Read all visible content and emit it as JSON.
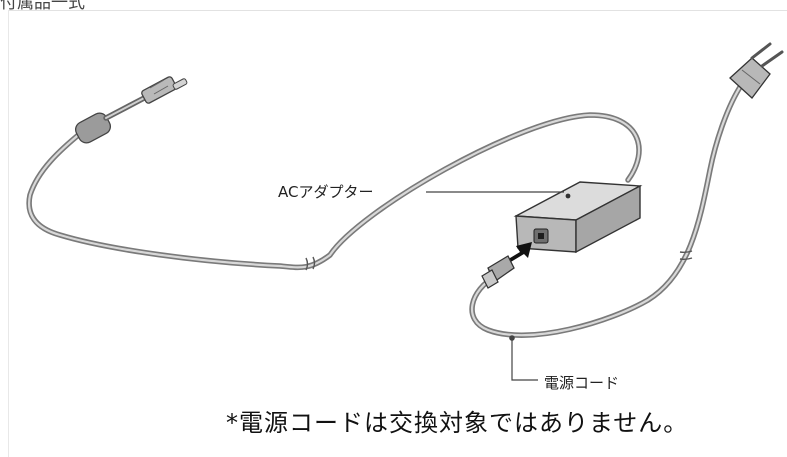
{
  "header": {
    "title": "付属品一式"
  },
  "labels": {
    "ac_adapter": "ACアダプター",
    "power_cord": "電源コード"
  },
  "footer": {
    "note": "*電源コードは交換対象ではありません。"
  }
}
